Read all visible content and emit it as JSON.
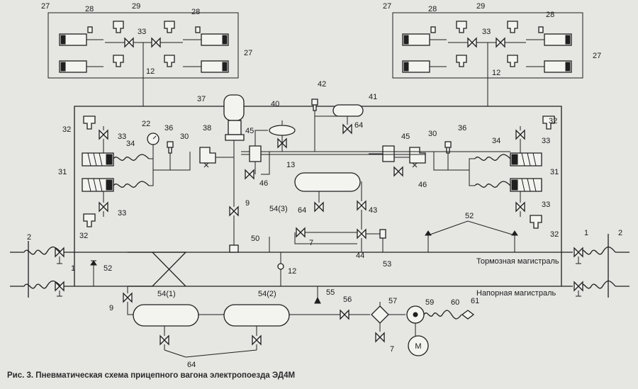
{
  "diagram": {
    "caption": "Рис. 3. Пневматическая схема прицепного вагона электропоезда ЭД4М",
    "line_labels": {
      "brake_line": "Тормозная магистраль",
      "supply_line": "Напорная магистраль"
    },
    "motor_symbol": "М",
    "part_labels": {
      "p1": "1",
      "p2": "2",
      "p7": "7",
      "p9": "9",
      "p12": "12",
      "p13": "13",
      "p22": "22",
      "p27": "27",
      "p28": "28",
      "p29": "29",
      "p30": "30",
      "p31": "31",
      "p32": "32",
      "p33": "33",
      "p34": "34",
      "p36": "36",
      "p37": "37",
      "p38": "38",
      "p40": "40",
      "p41": "41",
      "p42": "42",
      "p43": "43",
      "p44": "44",
      "p45": "45",
      "p46": "46",
      "p50": "50",
      "p52": "52",
      "p53": "53",
      "p54_1": "54(1)",
      "p54_2": "54(2)",
      "p54_3": "54(3)",
      "p55": "55",
      "p56": "56",
      "p57": "57",
      "p59": "59",
      "p60": "60",
      "p61": "61",
      "p64": "64"
    }
  }
}
